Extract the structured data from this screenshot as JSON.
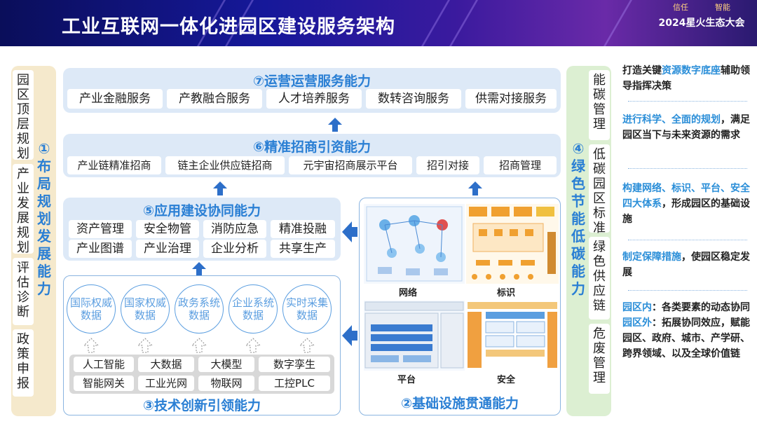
{
  "header": {
    "title": "工业互联网一体化进园区建设服务架构",
    "logo_left": "信任",
    "logo_right": "智能",
    "event": "2024星火生态大会"
  },
  "left_column": {
    "title": "①布局规划发展能力",
    "items": [
      "园区顶层规划",
      "产业发展规划",
      "评估诊断",
      "政策申报"
    ]
  },
  "right_column": {
    "title": "④绿色节能低碳能力",
    "items": [
      "能碳管理",
      "低碳园区标准",
      "绿色供应链",
      "危废管理"
    ]
  },
  "panel7": {
    "title": "⑦运营运营服务能力",
    "items": [
      "产业金融服务",
      "产教融合服务",
      "人才培养服务",
      "数转咨询服务",
      "供需对接服务"
    ]
  },
  "panel6": {
    "title": "⑥精准招商引资能力",
    "items": [
      "产业链精准招商",
      "链主企业供应链招商",
      "元宇宙招商展示平台",
      "招引对接",
      "招商管理"
    ]
  },
  "panel5": {
    "title": "⑤应用建设协同能力",
    "items": [
      "资产管理",
      "安全物管",
      "消防应急",
      "精准投融",
      "产业图谱",
      "产业治理",
      "企业分析",
      "共享生产"
    ]
  },
  "panel3": {
    "title": "③技术创新引领能力",
    "circles": [
      "国际权威数据",
      "国家权威数据",
      "政务系统数据",
      "企业系统数据",
      "实时采集数据"
    ],
    "items": [
      "人工智能",
      "大数据",
      "大模型",
      "数字孪生",
      "智能网关",
      "工业光网",
      "物联网",
      "工控PLC"
    ]
  },
  "panel2": {
    "title": "②基础设施贯通能力",
    "labels": [
      "网络",
      "标识",
      "平台",
      "安全"
    ]
  },
  "notes": [
    {
      "parts": [
        {
          "t": "打造关键",
          "hl": false
        },
        {
          "t": "资源数字底座",
          "hl": true
        },
        {
          "t": "辅助领导指挥决策",
          "hl": false
        }
      ]
    },
    {
      "parts": [
        {
          "t": "进行科学、全面的规划",
          "hl": true
        },
        {
          "t": "，满足园区当下与未来资源的需求",
          "hl": false
        }
      ]
    },
    {
      "parts": [
        {
          "t": "构建网络、标识、平台、安全四大体系",
          "hl": true
        },
        {
          "t": "，形成园区的基础设施",
          "hl": false
        }
      ]
    },
    {
      "parts": [
        {
          "t": "制定保障措施",
          "hl": true
        },
        {
          "t": "，使园区稳定发展",
          "hl": false
        }
      ]
    },
    {
      "parts": [
        {
          "t": "园区内",
          "hl": true
        },
        {
          "t": "：各类要素的动态协同",
          "hl": false
        },
        {
          "t": "园区外",
          "hl": true
        },
        {
          "t": "：拓展协同效应，赋能园区、政府、城市、产学研、跨界领域、以及全球价值链",
          "hl": false
        }
      ]
    }
  ],
  "colors": {
    "accent_blue": "#2a7fd4",
    "panel_bg": "#dde9f7",
    "left_bg": "#f5e9cc",
    "right_bg": "#dcefd2",
    "arrow": "#2d6fc9"
  }
}
